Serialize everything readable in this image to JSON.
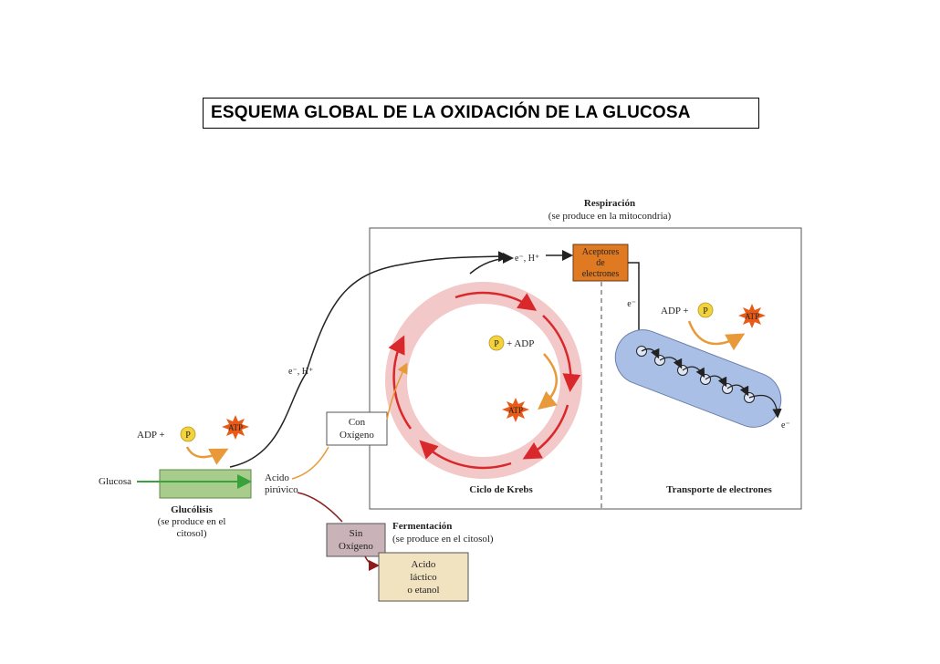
{
  "title": "ESQUEMA GLOBAL DE LA OXIDACIÓN DE LA GLUCOSA",
  "respiration": {
    "title": "Respiración",
    "subtitle": "(se produce en la mitocondria)"
  },
  "acceptors": {
    "lines": [
      "Aceptores",
      "de",
      "electrones"
    ]
  },
  "electron_labels": {
    "top": "e⁻, H⁺",
    "middle": "e⁻, H⁺",
    "acceptor_out": "e⁻",
    "transport_out": "e⁻"
  },
  "krebs": {
    "label": "Ciclo de Krebs",
    "input": "P + ADP",
    "p": "P",
    "adp": "+ ADP",
    "output": "ATP"
  },
  "transport": {
    "label": "Transporte de electrones",
    "input": "ADP +",
    "p": "P",
    "output": "ATP"
  },
  "glycolysis": {
    "input": "Glucosa",
    "adp": "ADP +",
    "p": "P",
    "atp": "ATP",
    "label": "Glucólisis",
    "note_lines": [
      "(se produce en el",
      "citosol)"
    ]
  },
  "pyruvic": {
    "lines": [
      "Acido",
      "pirúvico"
    ]
  },
  "with_oxygen": {
    "lines": [
      "Con",
      "Oxígeno"
    ]
  },
  "without_oxygen": {
    "lines": [
      "Sin",
      "Oxígeno"
    ]
  },
  "fermentation": {
    "title": "Fermentación",
    "subtitle": "(se produce en el citosol)"
  },
  "products": {
    "lines": [
      "Acido",
      "láctico",
      "o etanol"
    ]
  },
  "colors": {
    "acceptor_box": "#e07a22",
    "krebs_ring": "#f2c8c8",
    "krebs_arrows": "#d9282b",
    "transport_tube": "#aabfe6",
    "glycolysis_box": "#a8cc8c",
    "glycolysis_arrow": "#3aa23a",
    "p_circle": "#f3d33b",
    "atp_star": "#e85a16",
    "orange_arrow": "#e89a3a",
    "fermentation_arrow": "#8b1d1d",
    "sin_oxigeno_box": "#c9b2b8",
    "products_box": "#f2e3c0"
  }
}
